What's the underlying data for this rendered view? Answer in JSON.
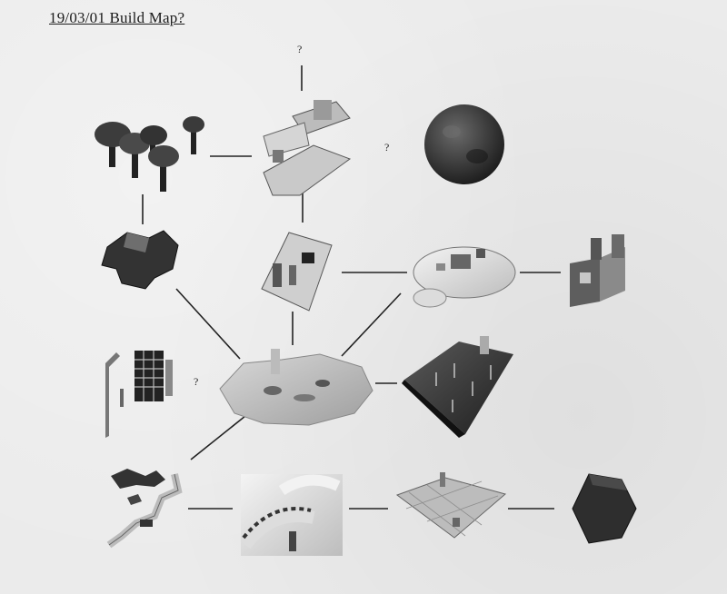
{
  "title": "19/03/01 Build Map?",
  "question_mark": "?",
  "nodes": [
    {
      "id": "trees",
      "label": "trees"
    },
    {
      "id": "bridge",
      "label": "bridge"
    },
    {
      "id": "asteroid",
      "label": "asteroid"
    },
    {
      "id": "cross-block",
      "label": "cross block"
    },
    {
      "id": "ramp-ship",
      "label": "ramp ship"
    },
    {
      "id": "island-base",
      "label": "island base"
    },
    {
      "id": "castle",
      "label": "castle"
    },
    {
      "id": "towers",
      "label": "towers"
    },
    {
      "id": "central-terrain",
      "label": "central terrain"
    },
    {
      "id": "dark-platform",
      "label": "dark platform"
    },
    {
      "id": "path-track",
      "label": "path track"
    },
    {
      "id": "curved-road",
      "label": "curved road"
    },
    {
      "id": "grid-arena",
      "label": "grid arena"
    },
    {
      "id": "hexagon",
      "label": "hexagon"
    }
  ]
}
